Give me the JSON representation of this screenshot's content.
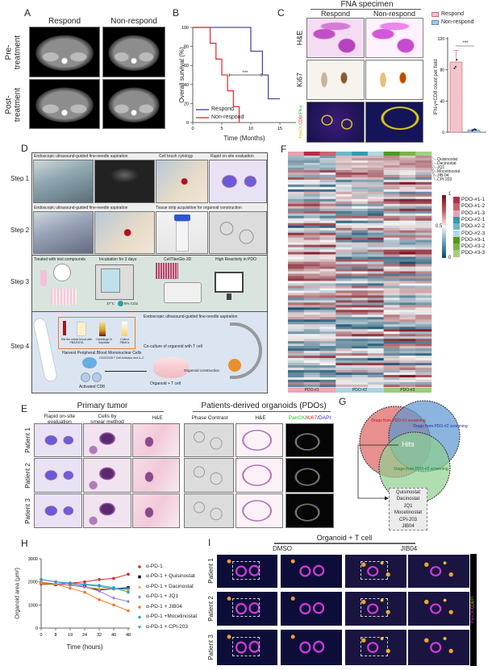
{
  "panel_labels": {
    "a": "A",
    "b": "B",
    "c": "C",
    "d": "D",
    "e": "E",
    "f": "F",
    "g": "G",
    "h": "H",
    "i": "I"
  },
  "panel_a": {
    "cols": [
      "Respond",
      "Non-respond"
    ],
    "rows": [
      [
        "Pre-",
        "treatment"
      ],
      [
        "Post-",
        "treatment"
      ]
    ]
  },
  "panel_c": {
    "title": "FNA  specimen",
    "cols": [
      "Respond",
      "Non-respond"
    ],
    "rows": [
      "H&E",
      "Ki67"
    ],
    "if_label": [
      "PanCK/",
      "CD8/",
      "IFN-γ"
    ],
    "legend": [
      "Respond",
      "Non-respond"
    ],
    "ylabel": "IFN-γ+CD8 count per field",
    "sig": "***"
  },
  "panel_b": {
    "ylabel": "Overall survival (%)",
    "xlabel": "Time (Months)",
    "legend": [
      "Respond",
      "Non-respond"
    ],
    "sig": "***"
  },
  "panel_d": {
    "steps": [
      "Step 1",
      "Step 2",
      "Step 3",
      "Step 4"
    ],
    "step1": [
      "Endoscopic ultrasound-guided fine-needle aspiration",
      "Cell brush cytology",
      "Rapid on-site evaluation"
    ],
    "step2": [
      "Endoscopic ultrasound-guided fine-needle aspiration",
      "Tissue strip acquisition for organoid construction"
    ],
    "step3": [
      "Treated with test compounds",
      "Incubation for 3 days",
      "CellTiterGlo-3D",
      "High Reactivity in PDO",
      "37°C",
      "5% CO2"
    ],
    "step4": {
      "title": "Endoscopic ultrasound-guided fine-needle aspiration",
      "mix": "Mix the whole blood with PBS/EDTA",
      "centrifuge": "Centrifuge in SepMate",
      "collect": "Collect PBMCs",
      "harvest": "Harvest Peripheral Blood Mononuclear Cells",
      "coculture": "Co-culture of organoid with T cell",
      "activator": "CD3/CD28 T Cell Activator and IL-2",
      "activated": "Activated CD8",
      "construction": "Organoid construction",
      "result": "Organoid  + T cell"
    }
  },
  "panel_e": {
    "group_titles": [
      "Primary tumor",
      "Patients-derived organoids (PDOs)"
    ],
    "cols": [
      [
        "Rapid on-site",
        "evaluation"
      ],
      [
        "Cells by",
        "smear method"
      ],
      [
        "H&E"
      ],
      [
        "Phase Contrast"
      ],
      [
        "H&E"
      ]
    ],
    "if_label": [
      "PanCK",
      "/",
      "Ki67",
      "/",
      "DAPI"
    ],
    "rows": [
      "Patient 1",
      "Patient 2",
      "Patient 3"
    ]
  },
  "panel_f": {
    "drugs": [
      "Quisinostat",
      "Dacinostat",
      "JQ1",
      "Mocetinostat",
      "JIB-04",
      "CPI-203"
    ],
    "groups": [
      "PDO-#1",
      "PDO-#2",
      "PDO-#3"
    ],
    "legend": [
      {
        "label": "PDO-#1-1",
        "color": "#b23048"
      },
      {
        "label": "PDO-#1-2",
        "color": "#c8646e"
      },
      {
        "label": "PDO-#1-3",
        "color": "#e4a5ad"
      },
      {
        "label": "PDO-#2-1",
        "color": "#3a97ad"
      },
      {
        "label": "PDO-#2-2",
        "color": "#6fb6c8"
      },
      {
        "label": "PDO-#2-3",
        "color": "#aed8e3"
      },
      {
        "label": "PDO-#3-1",
        "color": "#4e9a1e"
      },
      {
        "label": "PDO-#3-2",
        "color": "#77b547"
      },
      {
        "label": "PDO-#3-3",
        "color": "#a3d07f"
      }
    ],
    "colorbar": {
      "max": "1",
      "mid": "0.5",
      "min": "0"
    }
  },
  "panel_g": {
    "sets": [
      "Drugs from PDO-#1 screening",
      "Drugs from PDO-#2 screening",
      "Drugs from PDO-#3 screening"
    ],
    "center": "Hits",
    "hits": [
      "Quisinostat",
      "Dacinostat",
      "JQ1",
      "Mocetinostat",
      "CPI-203",
      "JIB04"
    ]
  },
  "panel_i": {
    "title": "Organoid + T cell",
    "cols": [
      "DMSO",
      "JIB04"
    ],
    "rows": [
      "Patient 1",
      "Patient 2",
      "Patient 3"
    ],
    "side": [
      "PanCK/",
      "CD8/",
      "PI"
    ]
  },
  "chart_data": [
    {
      "id": "B",
      "type": "line",
      "title": "",
      "xlabel": "Time (Months)",
      "ylabel": "Overall survival (%)",
      "xlim": [
        0,
        17
      ],
      "ylim": [
        0,
        100
      ],
      "xticks": [
        0,
        5,
        10,
        15
      ],
      "yticks": [
        0,
        20,
        40,
        60,
        80,
        100
      ],
      "series": [
        {
          "name": "Respond",
          "color": "#4a4aa8",
          "x": [
            0,
            10,
            12,
            13,
            15
          ],
          "y": [
            100,
            75,
            50,
            25,
            25
          ]
        },
        {
          "name": "Non-respond",
          "color": "#f03030",
          "x": [
            0,
            3,
            4,
            5,
            6,
            7,
            8
          ],
          "y": [
            100,
            83.3,
            66.7,
            50,
            33.3,
            16.7,
            0
          ]
        }
      ],
      "annotation": {
        "text": "***",
        "x": [
          6.3,
          11.8
        ],
        "y": 50
      }
    },
    {
      "id": "C",
      "type": "bar",
      "categories": [
        "Respond",
        "Non-respond"
      ],
      "values": [
        90,
        3
      ],
      "errors": [
        15,
        1
      ],
      "points": [
        [
          82,
          84,
          93
        ],
        [
          2,
          3,
          4,
          3
        ]
      ],
      "colors": [
        "#f2c5cc",
        "#a9c8e6"
      ],
      "edge": [
        "#d66a7a",
        "#5a8cc0"
      ],
      "ylabel": "IFN-γ+CD8 count per field",
      "ylim": [
        0,
        120
      ],
      "yticks": [
        0,
        40,
        80,
        120
      ]
    },
    {
      "id": "H",
      "type": "line",
      "xlabel": "Time (hours)",
      "ylabel": "Organoid area (μm²)",
      "categories": [
        "0",
        "8",
        "19",
        "24",
        "32",
        "40",
        "48"
      ],
      "ylim": [
        0,
        3000
      ],
      "yticks": [
        0,
        1000,
        2000,
        3000
      ],
      "series": [
        {
          "name": "α-PD-1",
          "color": "#d62728",
          "marker": "circle",
          "values": [
            1900,
            1900,
            1950,
            2000,
            2100,
            2150,
            2330
          ]
        },
        {
          "name": "α-PD-1 + Quisinostat",
          "color": "#111111",
          "marker": "square",
          "values": [
            1950,
            1880,
            1870,
            1800,
            1650,
            1700,
            1750
          ]
        },
        {
          "name": "α-PD-1 + Dacinostat",
          "color": "#f5a623",
          "marker": "triangle",
          "values": [
            1950,
            1900,
            1870,
            1780,
            1700,
            1700,
            1650
          ]
        },
        {
          "name": "α-PD-1 + JQ1",
          "color": "#9b7fd4",
          "marker": "diamond",
          "values": [
            2000,
            1900,
            1850,
            1780,
            1600,
            1300,
            1150
          ]
        },
        {
          "name": "α-PD-1 + JIB04",
          "color": "#f07a2e",
          "marker": "circle",
          "values": [
            2000,
            1900,
            1720,
            1550,
            1230,
            1000,
            750
          ]
        },
        {
          "name": "α-PD-1 +Mocetinostat",
          "color": "#2ab0b0",
          "marker": "circle",
          "values": [
            2100,
            2000,
            1950,
            1900,
            1850,
            1750,
            1550
          ]
        },
        {
          "name": "α-PD-1 + CPI-203",
          "color": "#3a8fd8",
          "marker": "triangle-down",
          "values": [
            2100,
            2000,
            1920,
            1880,
            1800,
            1700,
            1700
          ]
        }
      ]
    }
  ]
}
